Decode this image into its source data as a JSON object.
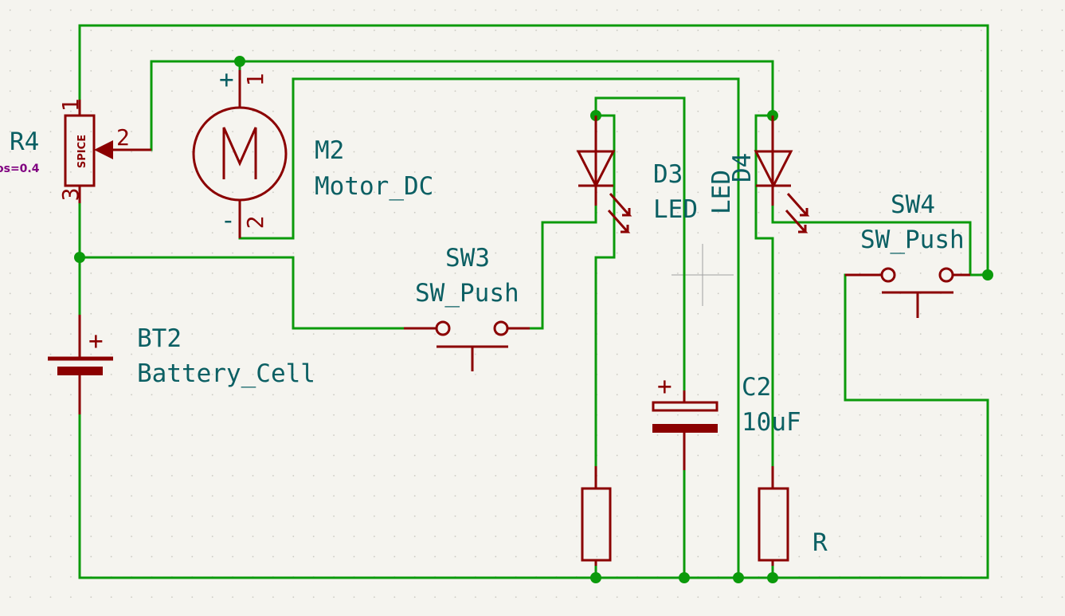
{
  "colors": {
    "background": "#f5f4ef",
    "wire": "#0b9a0b",
    "symbol": "#8b0000",
    "reference_text": "#0b5f63",
    "parameter_text": "#800080"
  },
  "components": {
    "r4": {
      "ref": "R4",
      "value_fragment": "os=0.4",
      "body_label": "SPICE",
      "pin1": "1",
      "pin2": "2",
      "pin3": "3"
    },
    "m2": {
      "ref": "M2",
      "value": "Motor_DC",
      "body_letter": "M",
      "pin1": "1",
      "pin2": "2",
      "plus": "+",
      "minus": "-"
    },
    "bt2": {
      "ref": "BT2",
      "value": "Battery_Cell",
      "plus": "+"
    },
    "sw3": {
      "ref": "SW3",
      "value": "SW_Push"
    },
    "sw4": {
      "ref": "SW4",
      "value": "SW_Push"
    },
    "d3": {
      "ref": "D3",
      "value": "LED"
    },
    "d4": {
      "ref": "D4",
      "value": "LED"
    },
    "c2": {
      "ref": "C2",
      "value": "10uF",
      "plus": "+"
    },
    "r_right": {
      "value": "R"
    }
  }
}
